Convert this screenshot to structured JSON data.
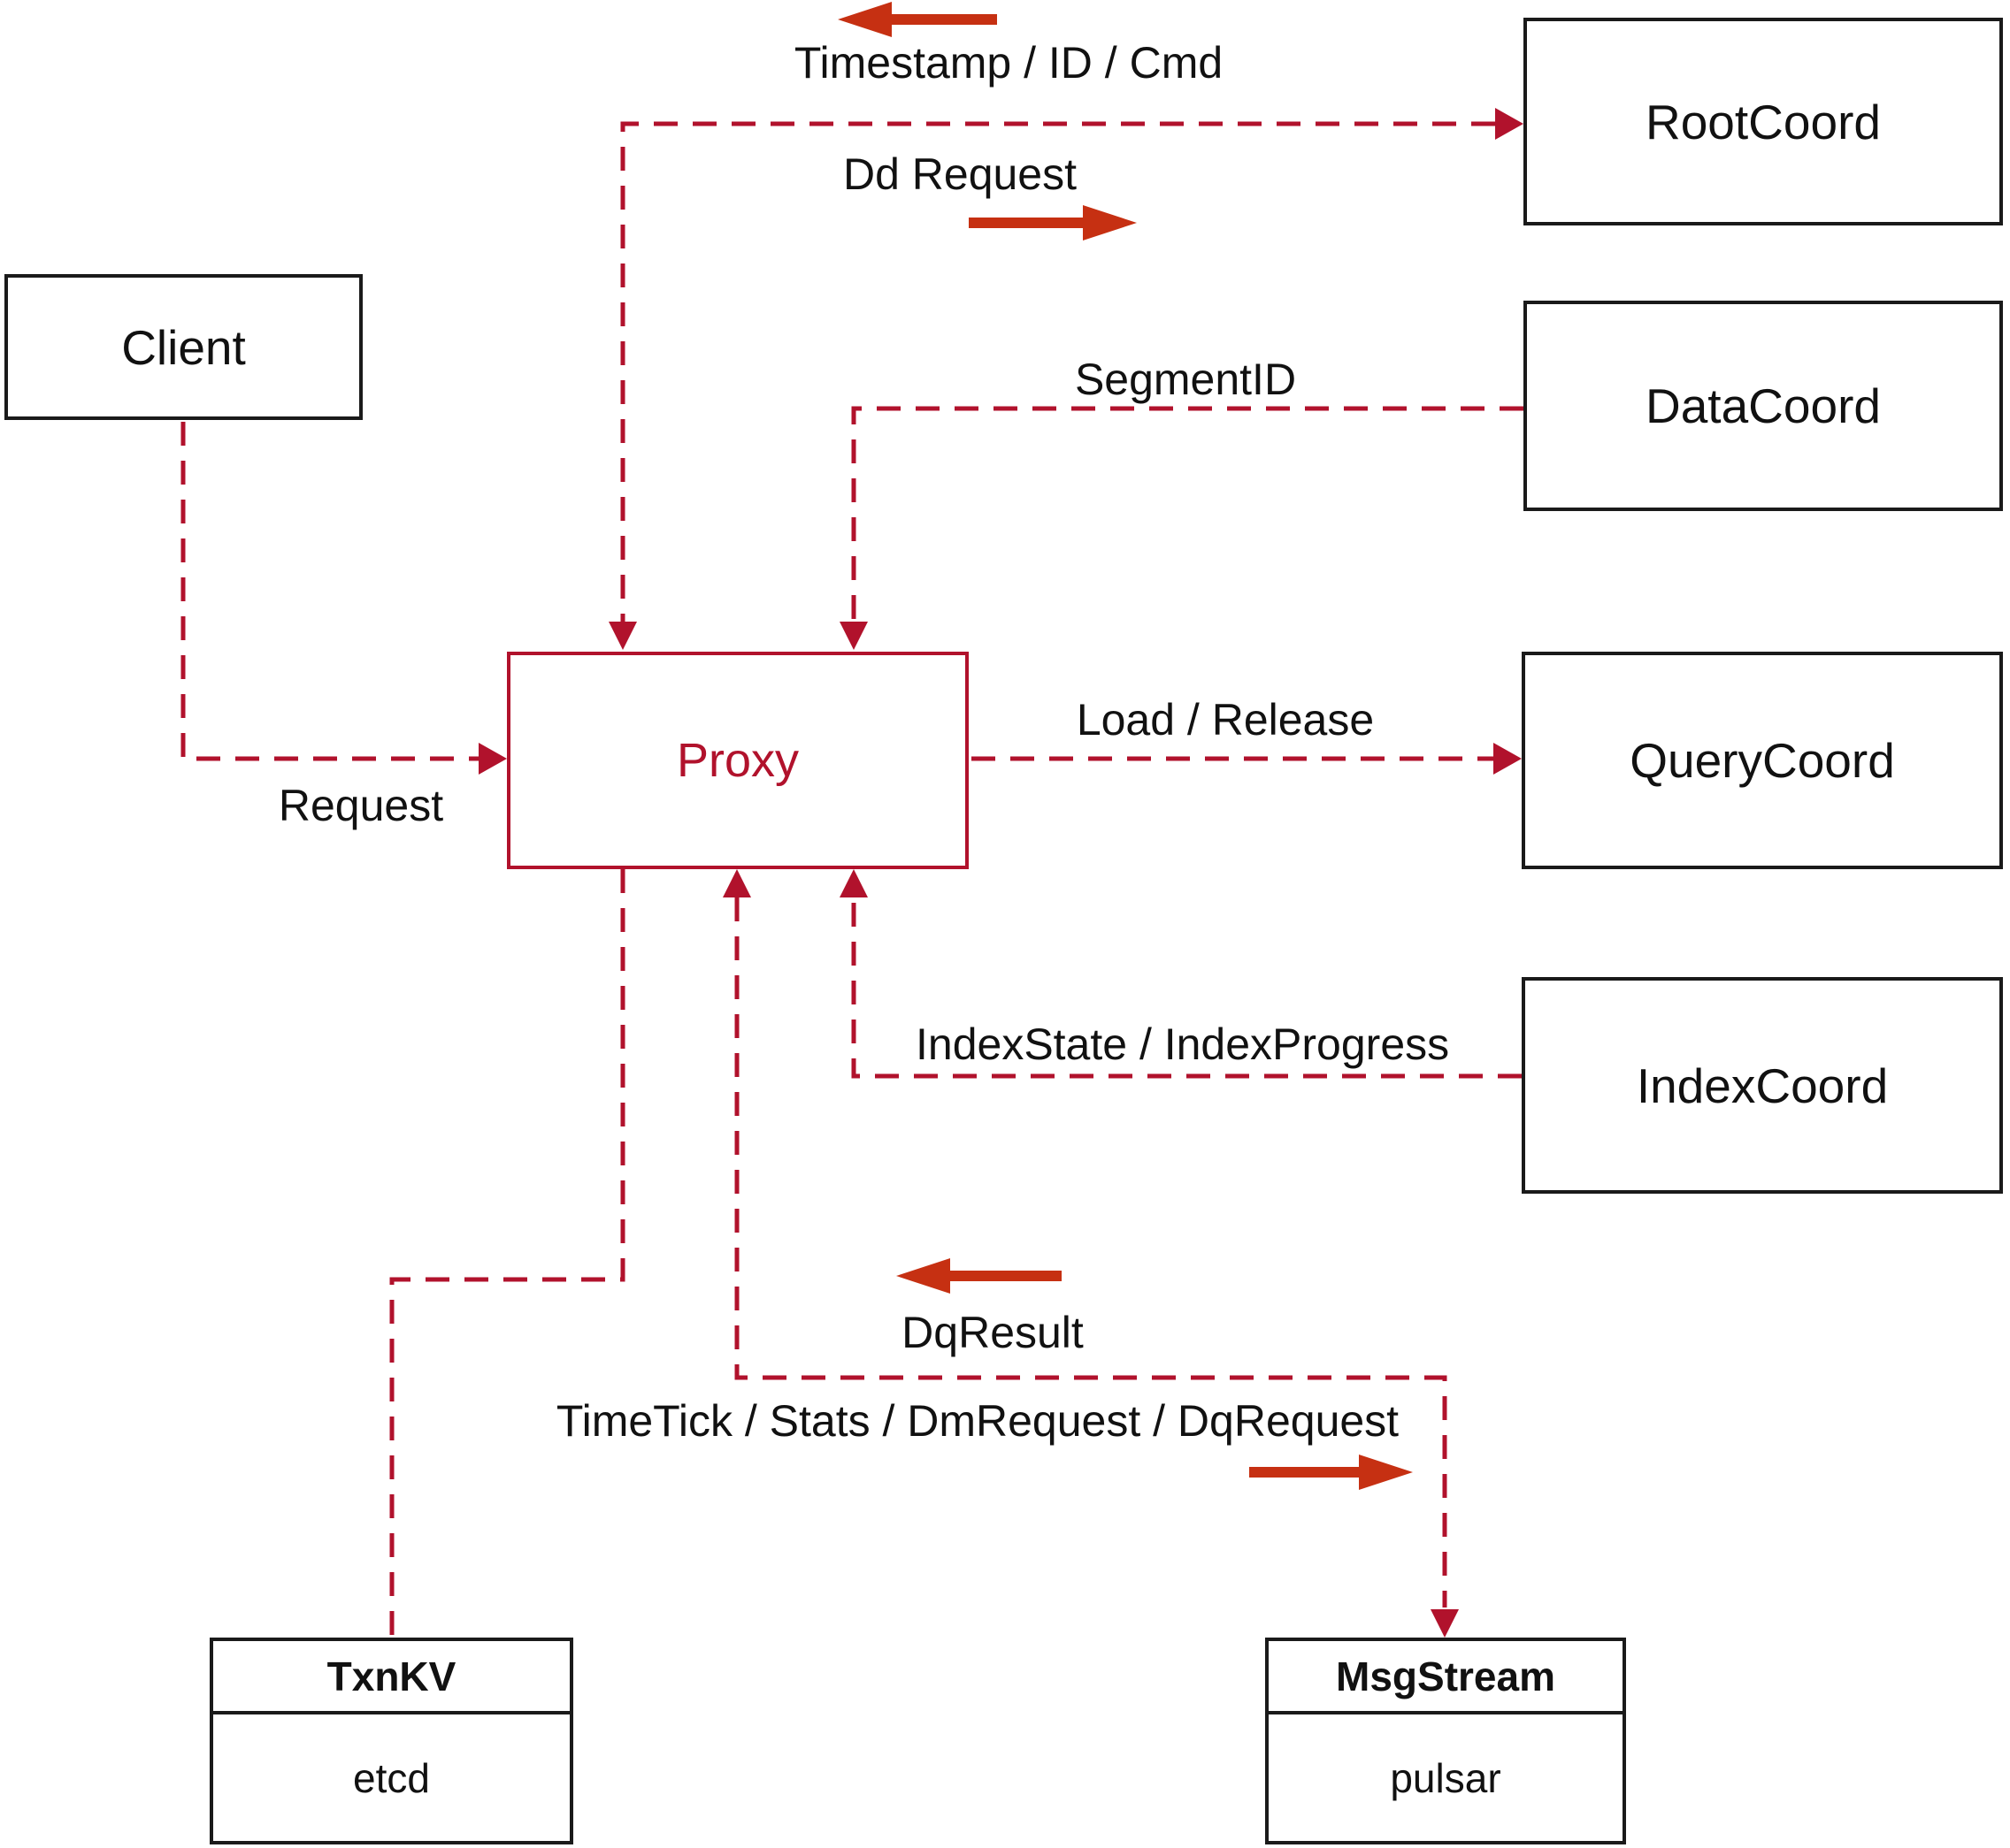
{
  "colors": {
    "line": "#b1122c",
    "arrow": "#c63012",
    "border": "#1a1a1a",
    "text": "#111111"
  },
  "nodes": {
    "client": {
      "label": "Client"
    },
    "proxy": {
      "label": "Proxy"
    },
    "rootcoord": {
      "label": "RootCoord"
    },
    "datacoord": {
      "label": "DataCoord"
    },
    "querycoord": {
      "label": "QueryCoord"
    },
    "indexcoord": {
      "label": "IndexCoord"
    },
    "txnkv": {
      "title": "TxnKV",
      "subtitle": "etcd"
    },
    "msgstream": {
      "title": "MsgStream",
      "subtitle": "pulsar"
    }
  },
  "edge_labels": {
    "timestamp": "Timestamp / ID / Cmd",
    "dd_request": "Dd Request",
    "segment_id": "SegmentID",
    "request": "Request",
    "load_release": "Load / Release",
    "index_state": "IndexState / IndexProgress",
    "dq_result": "DqResult",
    "timetick": "TimeTick / Stats / DmRequest / DqRequest"
  }
}
